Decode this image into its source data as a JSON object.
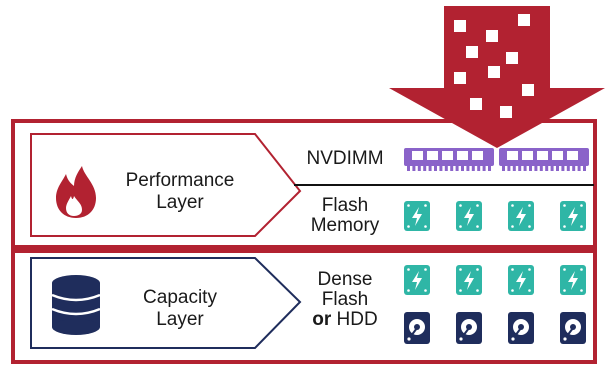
{
  "colors": {
    "red": "#b22231",
    "navy": "#1f2d5c",
    "teal": "#2fb6a6",
    "purple": "#8a63c9",
    "divider": "#111111"
  },
  "layers": [
    {
      "id": "performance",
      "icon": "flame-icon",
      "label_line1": "Performance",
      "label_line2": "Layer",
      "tiers": [
        {
          "label_lines": [
            "NVDIMM"
          ],
          "device": "nvdimm-module",
          "count": 2
        },
        {
          "label_lines": [
            "Flash",
            "Memory"
          ],
          "device": "flash-ssd",
          "count": 4
        }
      ]
    },
    {
      "id": "capacity",
      "icon": "database-icon",
      "label_line1": "Capacity",
      "label_line2": "Layer",
      "tiers": [
        {
          "label_lines": [
            "Dense",
            "Flash"
          ],
          "label_emphasis": "or",
          "label_rest": " HDD",
          "devices": [
            {
              "device": "flash-ssd",
              "count": 4
            },
            {
              "device": "hard-disk-drive",
              "count": 4
            }
          ]
        }
      ]
    }
  ],
  "incoming_arrow": {
    "icon": "data-ingest-arrow",
    "blocks": 10
  }
}
